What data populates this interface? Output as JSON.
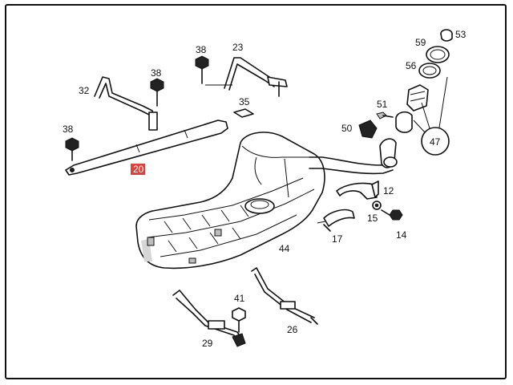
{
  "callouts": [
    {
      "id": "20",
      "label": "20",
      "highlighted": true
    },
    {
      "id": "23",
      "label": "23"
    },
    {
      "id": "26",
      "label": "26"
    },
    {
      "id": "29",
      "label": "29"
    },
    {
      "id": "32",
      "label": "32"
    },
    {
      "id": "35",
      "label": "35"
    },
    {
      "id": "38a",
      "label": "38"
    },
    {
      "id": "38b",
      "label": "38"
    },
    {
      "id": "38c",
      "label": "38"
    },
    {
      "id": "41",
      "label": "41"
    },
    {
      "id": "44",
      "label": "44"
    },
    {
      "id": "47",
      "label": "47"
    },
    {
      "id": "50",
      "label": "50"
    },
    {
      "id": "51",
      "label": "51"
    },
    {
      "id": "53",
      "label": "53"
    },
    {
      "id": "56",
      "label": "56"
    },
    {
      "id": "59",
      "label": "59"
    },
    {
      "id": "12",
      "label": "12"
    },
    {
      "id": "14",
      "label": "14"
    },
    {
      "id": "15",
      "label": "15"
    },
    {
      "id": "17",
      "label": "17"
    }
  ],
  "colors": {
    "line": "#111111",
    "highlight": "#e0403a",
    "background": "#ffffff"
  }
}
